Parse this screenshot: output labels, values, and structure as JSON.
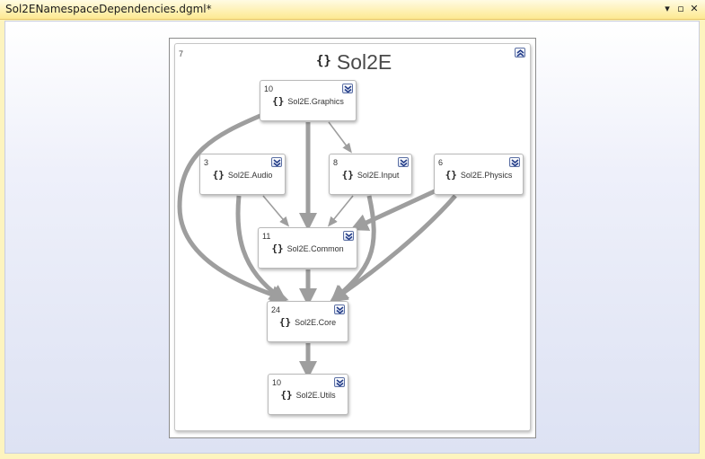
{
  "window": {
    "title": "Sol2ENamespaceDependencies.dgml*",
    "dropdown_icon": "chevron-down-icon",
    "maximize_icon": "maximize-icon",
    "close_icon": "close-icon"
  },
  "graph": {
    "group": {
      "title": "Sol2E",
      "count": "7",
      "icon": "namespace-braces-icon",
      "collapse_icon": "collapse-up-icon"
    },
    "nodes": [
      {
        "id": "graphics",
        "label": "Sol2E.Graphics",
        "count": "10"
      },
      {
        "id": "audio",
        "label": "Sol2E.Audio",
        "count": "3"
      },
      {
        "id": "input",
        "label": "Sol2E.Input",
        "count": "8"
      },
      {
        "id": "physics",
        "label": "Sol2E.Physics",
        "count": "6"
      },
      {
        "id": "common",
        "label": "Sol2E.Common",
        "count": "11"
      },
      {
        "id": "core",
        "label": "Sol2E.Core",
        "count": "24"
      },
      {
        "id": "utils",
        "label": "Sol2E.Utils",
        "count": "10"
      }
    ],
    "edges": [
      {
        "from": "graphics",
        "to": "input",
        "weight": "thin"
      },
      {
        "from": "graphics",
        "to": "common",
        "weight": "thick"
      },
      {
        "from": "graphics",
        "to": "core",
        "weight": "thick"
      },
      {
        "from": "audio",
        "to": "common",
        "weight": "thin"
      },
      {
        "from": "audio",
        "to": "core",
        "weight": "thick"
      },
      {
        "from": "input",
        "to": "common",
        "weight": "thin"
      },
      {
        "from": "input",
        "to": "core",
        "weight": "thick"
      },
      {
        "from": "physics",
        "to": "common",
        "weight": "thick"
      },
      {
        "from": "physics",
        "to": "core",
        "weight": "thick"
      },
      {
        "from": "common",
        "to": "core",
        "weight": "thick"
      },
      {
        "from": "core",
        "to": "utils",
        "weight": "thick"
      }
    ],
    "colors": {
      "edge": "#9e9e9e",
      "expander_border": "#5b6fa3"
    }
  }
}
